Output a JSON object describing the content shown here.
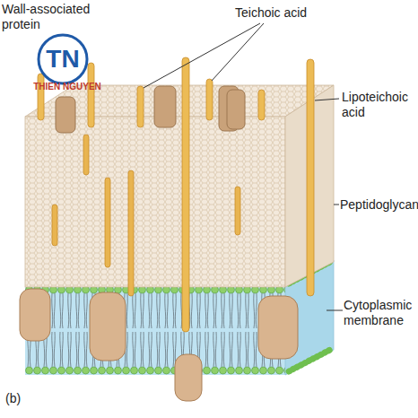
{
  "diagram": {
    "labels": [
      "Wall-associated protein",
      "Teichoic acid",
      "Lipoteichoic acid",
      "Peptidoglycan",
      "Cytoplasmic membrane",
      "TN",
      "THIEN NGUYEN",
      "(b)"
    ]
  }
}
